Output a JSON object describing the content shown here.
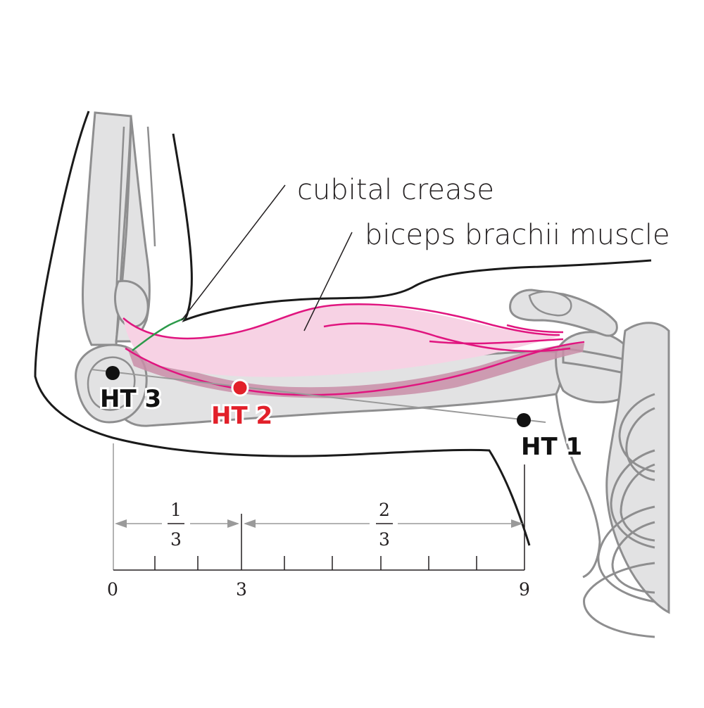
{
  "labels": {
    "cubital_crease": "cubital crease",
    "biceps": "biceps brachii muscle"
  },
  "points": {
    "ht3": "HT 3",
    "ht2": "HT 2",
    "ht1": "HT 1"
  },
  "scale": {
    "start": "0",
    "mid": "3",
    "end": "9",
    "frac1_num": "1",
    "frac1_den": "3",
    "frac2_num": "2",
    "frac2_den": "3"
  },
  "colors": {
    "outline": "#1a1a1a",
    "bone_fill": "#e2e2e3",
    "bone_stroke": "#8e8e8f",
    "muscle_outline": "#e0157f",
    "muscle_fill": "#f7d2e4",
    "muscle_deep": "#c98ea8",
    "crease_green": "#2c9a4a",
    "point_black": "#111111",
    "point_red": "#e2202a",
    "scale_gray": "#9a9a9a"
  }
}
